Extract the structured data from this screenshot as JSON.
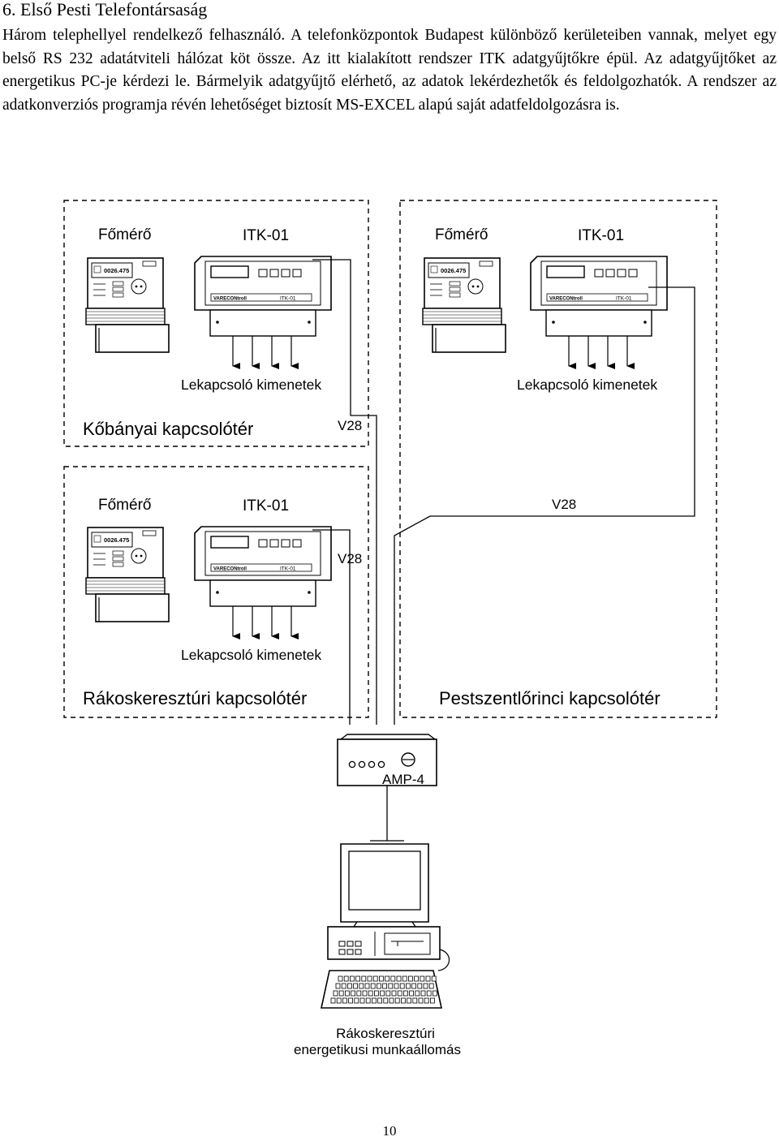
{
  "page": {
    "heading": "6. Első Pesti Telefontársaság",
    "paragraph": "Három telephellyel rendelkező felhasználó. A telefonközpontok Budapest különböző kerületeiben vannak, melyet egy belső RS 232 adatátviteli hálózat köt össze. Az itt kialakított rendszer ITK adatgyűjtőkre épül. Az adatgyűjtőket az energetikus PC-je kérdezi le. Bármelyik adatgyűjtő elérhető, az adatok lekérdezhetők és feldolgozhatók. A rendszer az adatkonverziós programja révén lehetőséget biztosít MS-EXCEL alapú saját adatfeldolgozásra is.",
    "page_number": "10"
  },
  "diagram": {
    "meter_label": "Főmérő",
    "logger_label": "ITK-01",
    "logger_badge": "ITK-01",
    "brand": "VARECONtroll",
    "meter_display": "0026.475",
    "outputs_label": "Lekapcsoló kimenetek",
    "line_label": "V28",
    "sites": [
      {
        "name": "Kőbányai kapcsolótér"
      },
      {
        "name": "Rákoskeresztúri kapcsolótér"
      },
      {
        "name": "Pestszentlőrinci kapcsolótér"
      }
    ],
    "converter_label": "AMP-4",
    "workstation_line1": "Rákoskeresztúri",
    "workstation_line2": "energetikusi munkaállomás"
  }
}
